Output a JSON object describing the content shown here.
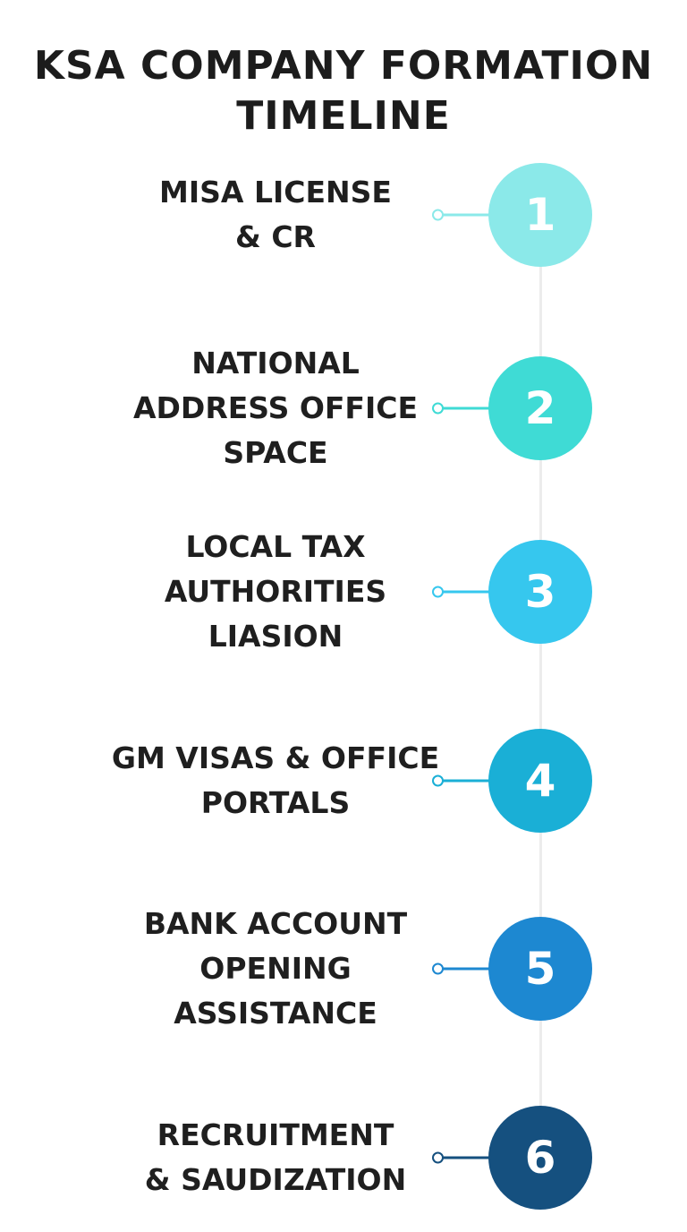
{
  "title_lines": [
    "KSA COMPANY FORMATION",
    "TIMELINE"
  ],
  "steps": [
    {
      "number": "1",
      "lines": [
        "MISA LICENSE",
        "& CR"
      ],
      "color": "#8be9e9"
    },
    {
      "number": "2",
      "lines": [
        "NATIONAL",
        "ADDRESS OFFICE",
        "SPACE"
      ],
      "color": "#3fdbd5"
    },
    {
      "number": "3",
      "lines": [
        "LOCAL TAX",
        "AUTHORITIES",
        "LIASION"
      ],
      "color": "#36c7ee"
    },
    {
      "number": "4",
      "lines": [
        "GM VISAS & OFFICE",
        "PORTALS"
      ],
      "color": "#1aafd6"
    },
    {
      "number": "5",
      "lines": [
        "BANK ACCOUNT",
        "OPENING",
        "ASSISTANCE"
      ],
      "color": "#1d88d1"
    },
    {
      "number": "6",
      "lines": [
        "RECRUITMENT",
        "& SAUDIZATION"
      ],
      "color": "#15507f"
    }
  ]
}
